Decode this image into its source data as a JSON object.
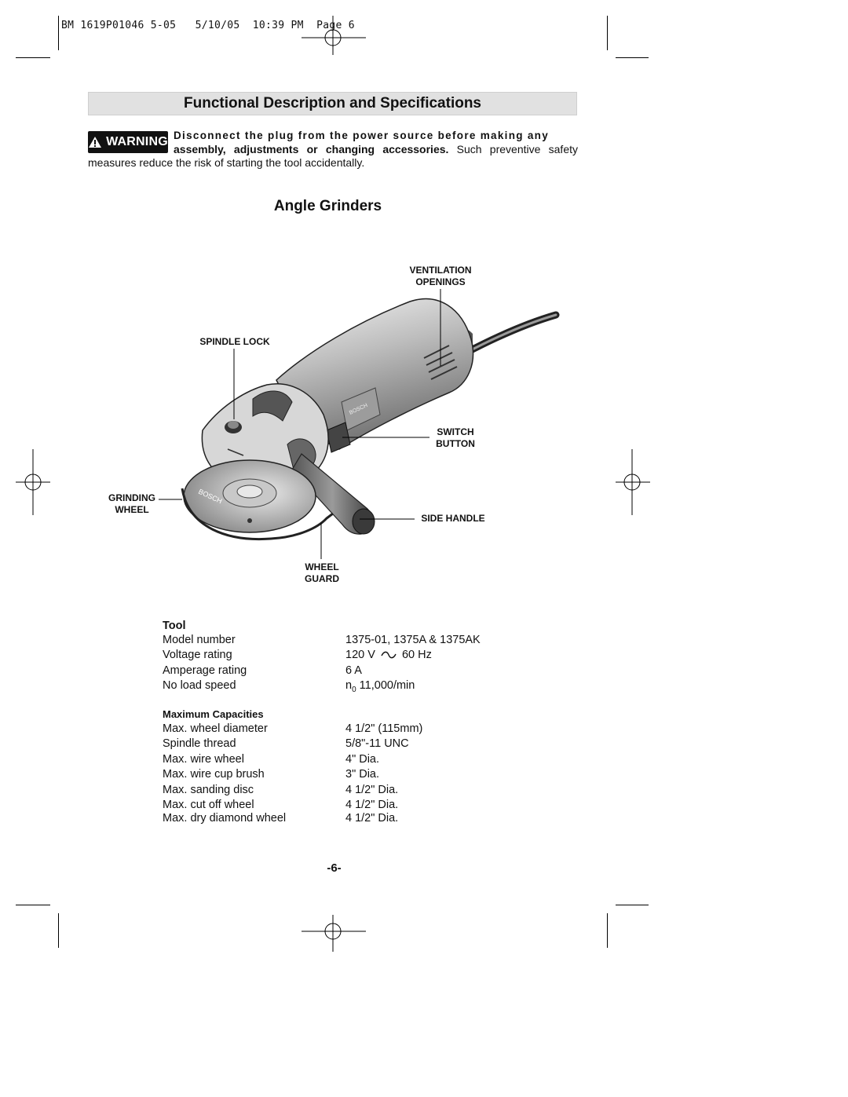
{
  "header": {
    "printer_slug": "BM 1619P01046 5-05   5/10/05  10:39 PM  Page 6"
  },
  "section_title": "Functional Description and Specifications",
  "warning": {
    "badge_label": "WARNING",
    "line1": "Disconnect the plug from the power source before making any",
    "line2_bold": "assembly, adjustments or changing accessories.",
    "line2_rest": "Such preventive safety",
    "line3": "measures reduce the risk of starting the tool accidentally."
  },
  "figure": {
    "title": "Angle Grinders",
    "callouts": {
      "ventilation": "VENTILATION\nOPENINGS",
      "spindle_lock": "SPINDLE LOCK",
      "switch": "SWITCH\nBUTTON",
      "grinding_wheel": "GRINDING\nWHEEL",
      "side_handle": "SIDE HANDLE",
      "wheel_guard": "WHEEL\nGUARD"
    },
    "brand_marks": [
      "BOSCH",
      "BOSCH"
    ]
  },
  "specs": {
    "tool_heading": "Tool",
    "tool_rows": [
      {
        "label": "Model number",
        "value": "1375-01, 1375A & 1375AK"
      },
      {
        "label": "Voltage rating",
        "value_a": "120 V",
        "value_b": "60 Hz"
      },
      {
        "label": "Amperage rating",
        "value": "6 A"
      },
      {
        "label": "No load speed",
        "value_sym": "n",
        "value_sub": "0",
        "value": "11,000/min"
      }
    ],
    "capacities_heading": "Maximum Capacities",
    "capacity_rows": [
      {
        "label": "Max. wheel diameter",
        "value": "4 1/2\" (115mm)"
      },
      {
        "label": "Spindle thread",
        "value": "5/8\"-11 UNC"
      },
      {
        "label": "Max. wire wheel",
        "value": "4\" Dia."
      },
      {
        "label": "Max. wire cup brush",
        "value": "3\" Dia."
      },
      {
        "label": "Max. sanding disc",
        "value": "4 1/2\" Dia."
      },
      {
        "label": "Max. cut off wheel",
        "value": "4 1/2\" Dia."
      },
      {
        "label": "Max. dry diamond wheel",
        "value": "4 1/2\" Dia."
      }
    ]
  },
  "page_number": "-6-"
}
